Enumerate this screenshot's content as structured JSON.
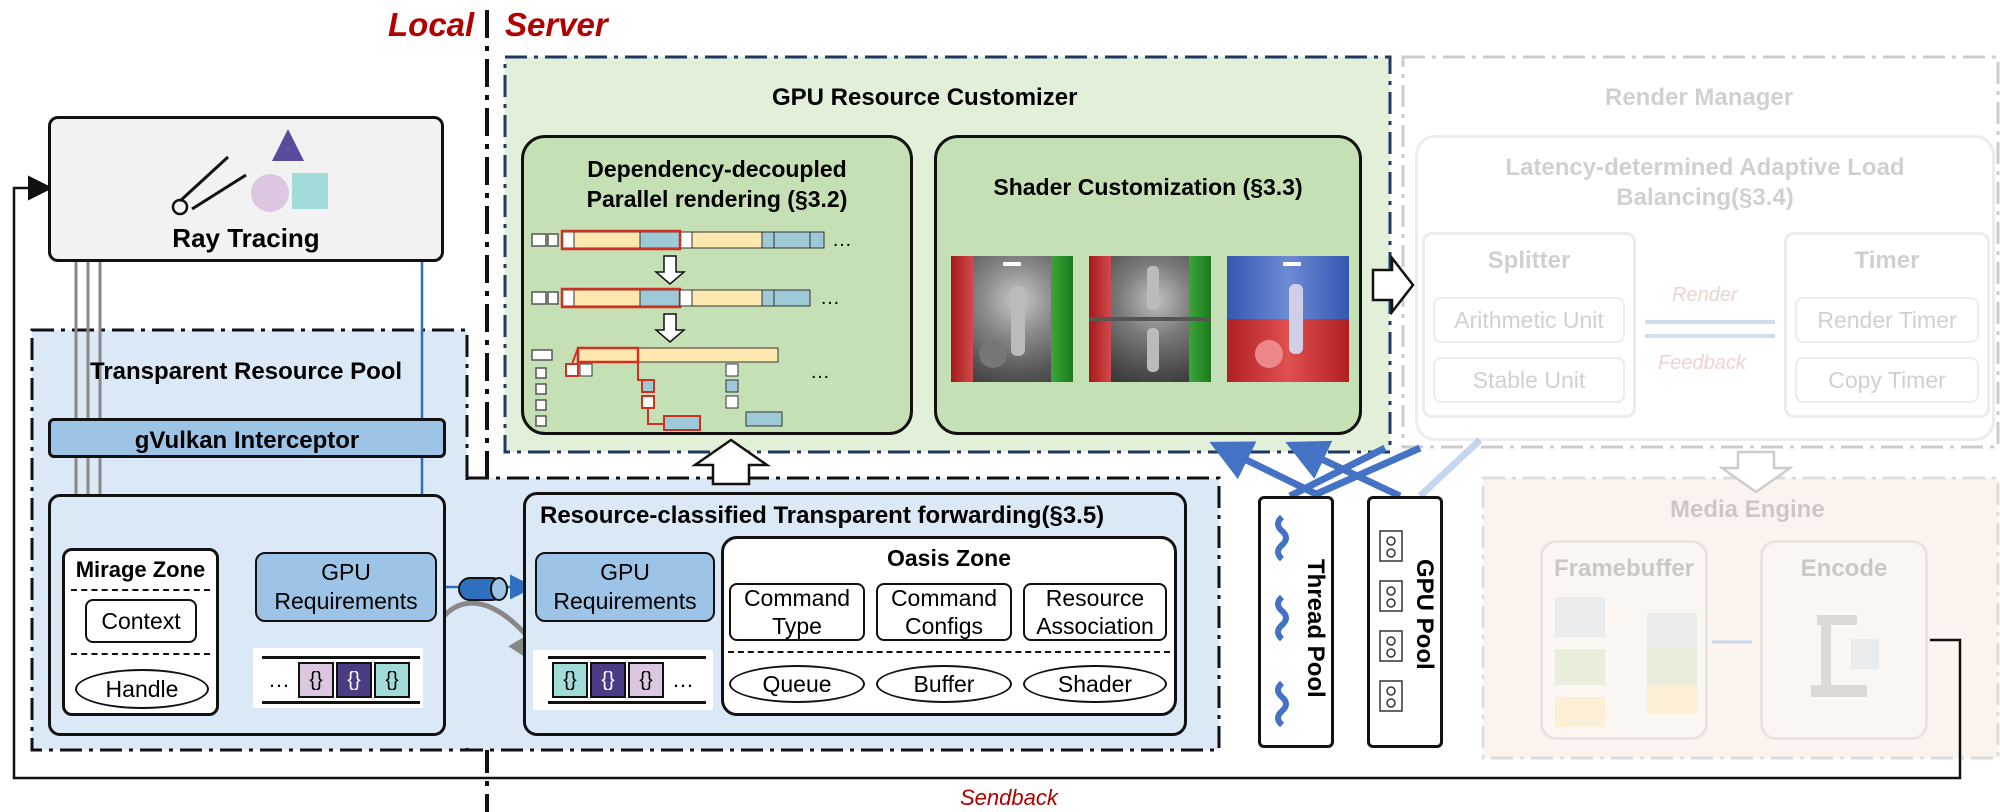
{
  "labels": {
    "local": "Local",
    "server": "Server",
    "sendback": "Sendback"
  },
  "ray_tracing": {
    "title": "Ray Tracing"
  },
  "transparent_pool": {
    "title": "Transparent Resource Pool",
    "interceptor": "gVulkan Interceptor",
    "mirage_zone": "Mirage Zone",
    "context": "Context",
    "handle": "Handle",
    "gpu_requirements": "GPU Requirements",
    "queue_tokens": [
      "…",
      "{}",
      "{}",
      "{}"
    ]
  },
  "gpu_customizer": {
    "title": "GPU Resource Customizer",
    "parallel_title_line1": "Dependency-decoupled",
    "parallel_title_line2": "Parallel rendering (§3.2)",
    "shader_title": "Shader Customization (§3.3)",
    "ellipsis": "…"
  },
  "forwarding": {
    "title": "Resource-classified Transparent forwarding(§3.5)",
    "gpu_requirements": "GPU Requirements",
    "queue_tokens": [
      "{}",
      "{}",
      "{}",
      "…"
    ],
    "oasis_zone": "Oasis Zone",
    "command_type": "Command Type",
    "command_configs": "Command Configs",
    "resource_association": "Resource Association",
    "queue": "Queue",
    "buffer": "Buffer",
    "shader": "Shader"
  },
  "pools": {
    "thread_pool": "Thread Pool",
    "gpu_pool": "GPU Pool"
  },
  "render_manager": {
    "title": "Render Manager",
    "balancing_line1": "Latency-determined Adaptive Load",
    "balancing_line2": "Balancing(§3.4)",
    "splitter": "Splitter",
    "arithmetic_unit": "Arithmetic Unit",
    "stable_unit": "Stable Unit",
    "render": "Render",
    "feedback": "Feedback",
    "timer": "Timer",
    "render_timer": "Render Timer",
    "copy_timer": "Copy Timer"
  },
  "media_engine": {
    "title": "Media Engine",
    "framebuffer": "Framebuffer",
    "encode": "Encode"
  },
  "colors": {
    "red_label": "#b00000",
    "pool_blue": "#dbe8f6",
    "customizer_green": "#e2efd9",
    "inner_green": "#c5e0b4",
    "button_blue": "#9dc3e6",
    "arrow_blue": "#4472c4"
  }
}
